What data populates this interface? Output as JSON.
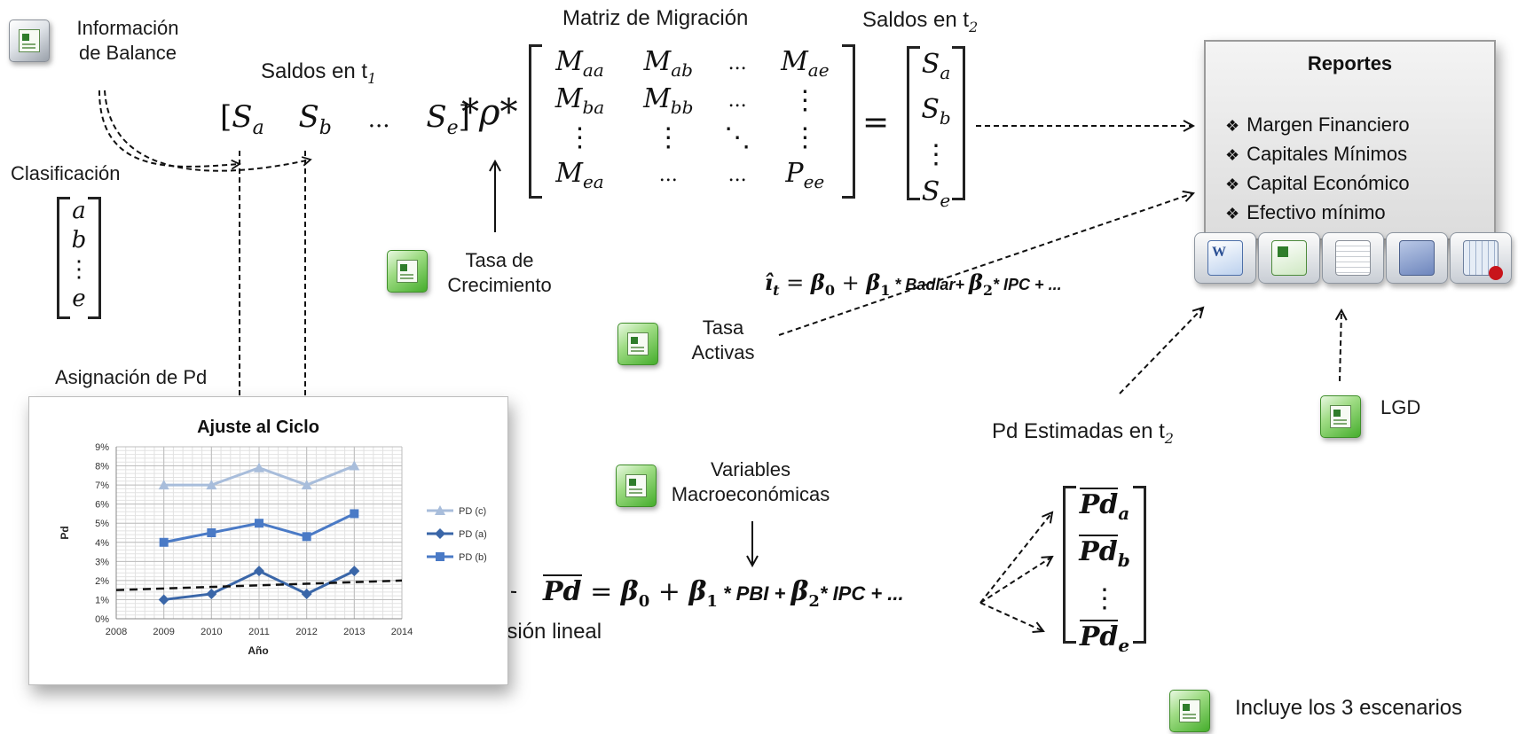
{
  "labels": {
    "informacion_balance": "Información\nde Balance",
    "clasificacion": "Clasificación",
    "saldos_t1": "Saldos en t",
    "saldos_t1_sub": "1",
    "matriz_migracion": "Matriz de Migración",
    "saldos_t2": "Saldos en t",
    "saldos_t2_sub": "2",
    "tasa_crecimiento": "Tasa de\nCrecimiento",
    "tasa_activas": "Tasa\nActivas",
    "asignacion_pd": "Asignación de Pd",
    "variables_macro": "Variables\nMacroeconómicas",
    "pd_estimadas": "Pd Estimadas en t",
    "pd_estimadas_sub": "2",
    "lgd": "LGD",
    "regresion_lineal": "Regresión lineal",
    "incluye": "Incluye los 3 escenarios"
  },
  "equations": {
    "tasas": {
      "lhs": "î",
      "lhs_sub": "t",
      "eq": " =  ",
      "b0": "β",
      "b0_sub": "0",
      "plus1": " + ",
      "b1": "β",
      "b1_sub": "1",
      "t1": " * Badlar+ ",
      "b2": "β",
      "b2_sub": "2",
      "t2": "* IPC + ..."
    },
    "pd": {
      "lhs": "Pd",
      "eq": " =  ",
      "b0": "β",
      "b0_sub": "0",
      "plus1": " + ",
      "b1": "β",
      "b1_sub": "1",
      "t1": " * PBI + ",
      "b2": "β",
      "b2_sub": "2",
      "t2": "* IPC + ..."
    },
    "vector_t1": [
      "S",
      "a",
      "S",
      "b",
      "...",
      "S",
      "e"
    ],
    "rho": "*ρ*",
    "matrix": [
      [
        [
          "M",
          "aa"
        ],
        [
          "M",
          "ab"
        ],
        [
          "...",
          ""
        ],
        [
          "M",
          "ae"
        ]
      ],
      [
        [
          "M",
          "ba"
        ],
        [
          "M",
          "bb"
        ],
        [
          "...",
          ""
        ],
        [
          "⋮",
          ""
        ]
      ],
      [
        [
          "⋮",
          ""
        ],
        [
          "⋮",
          ""
        ],
        [
          "⋱",
          ""
        ],
        [
          "⋮",
          ""
        ]
      ],
      [
        [
          "M",
          "ea"
        ],
        [
          "...",
          ""
        ],
        [
          "...",
          ""
        ],
        [
          "P",
          "ee"
        ]
      ]
    ],
    "equals": "=",
    "vector_t2": [
      [
        "S",
        "a"
      ],
      [
        "S",
        "b"
      ],
      [
        "⋮",
        ""
      ],
      [
        "S",
        "e"
      ]
    ],
    "class_vector": [
      "a",
      "b",
      "⋮",
      "e"
    ],
    "pd_vector": [
      [
        "Pd",
        "a"
      ],
      [
        "Pd",
        "b"
      ],
      [
        "⋮",
        ""
      ],
      [
        "Pd",
        "e"
      ]
    ]
  },
  "reports": {
    "title": "Reportes",
    "items": [
      "Margen Financiero",
      "Capitales Mínimos",
      "Capital Económico",
      "Efectivo mínimo"
    ],
    "bullet": "❖"
  },
  "icons": {
    "excel": "spreadsheet-icon",
    "word": "word-doc-icon",
    "report_buttons": [
      "word-doc-icon",
      "spreadsheet-icon",
      "document-icon",
      "monitor-icon",
      "database-icon"
    ]
  },
  "colors": {
    "pd_c": "#a8bddb",
    "pd_a": "#3a66a8",
    "pd_b": "#4a7ac6",
    "trend": "#111111",
    "excel_green": "#45ad2c"
  },
  "chart_data": {
    "type": "line",
    "title": "Ajuste al Ciclo",
    "xlabel": "Año",
    "ylabel": "Pd",
    "x": [
      2009,
      2010,
      2011,
      2012,
      2013
    ],
    "xlim": [
      2008,
      2014
    ],
    "xticks": [
      "2008",
      "2009",
      "2010",
      "2011",
      "2012",
      "2013",
      "2014"
    ],
    "ylim": [
      0,
      9
    ],
    "yticks": [
      "0%",
      "1%",
      "2%",
      "3%",
      "4%",
      "5%",
      "6%",
      "7%",
      "8%",
      "9%"
    ],
    "grid": true,
    "legend_position": "right",
    "series": [
      {
        "name": "PD (c)",
        "values": [
          7.0,
          7.0,
          7.9,
          7.0,
          8.0
        ],
        "marker": "triangle"
      },
      {
        "name": "PD (a)",
        "values": [
          1.0,
          1.3,
          2.5,
          1.3,
          2.5
        ],
        "marker": "diamond"
      },
      {
        "name": "PD (b)",
        "values": [
          4.0,
          4.5,
          5.0,
          4.3,
          5.5
        ],
        "marker": "square"
      }
    ],
    "trend_line": {
      "from": [
        2008,
        1.5
      ],
      "to": [
        2014,
        2.0
      ]
    }
  }
}
